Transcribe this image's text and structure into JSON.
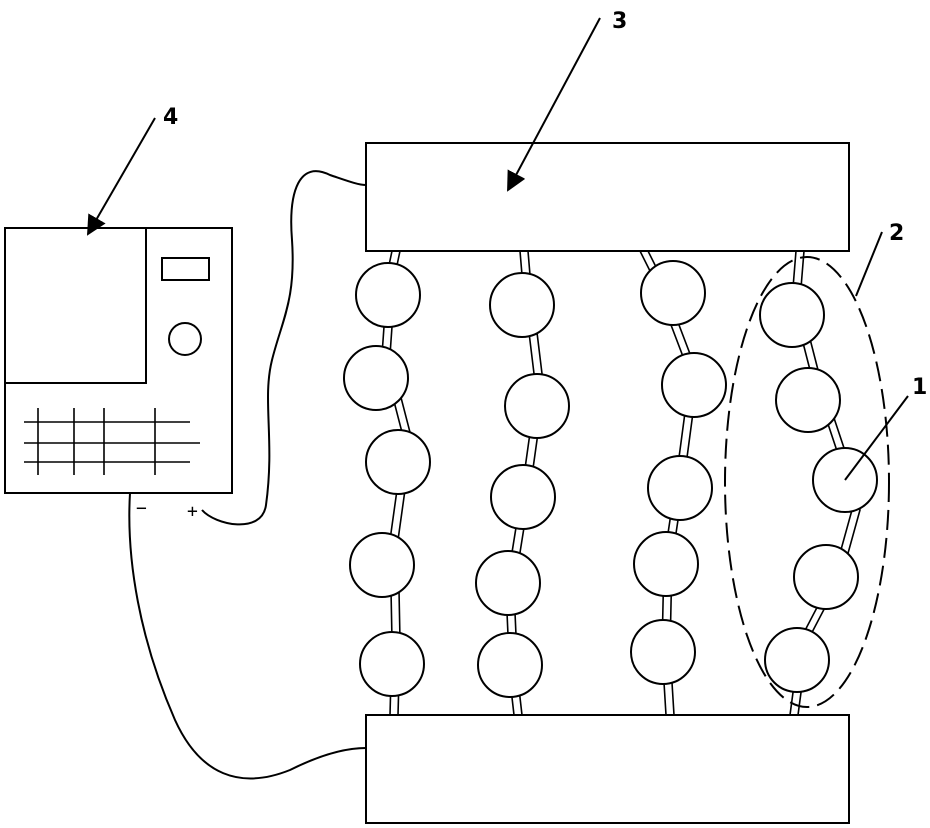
{
  "labels": {
    "bead_string": "1",
    "group": "2",
    "electrode_box": "3",
    "power_supply": "4"
  },
  "terminals": {
    "negative": "−",
    "positive": "+"
  },
  "colors": {
    "stroke": "#000000",
    "background": "#ffffff"
  }
}
